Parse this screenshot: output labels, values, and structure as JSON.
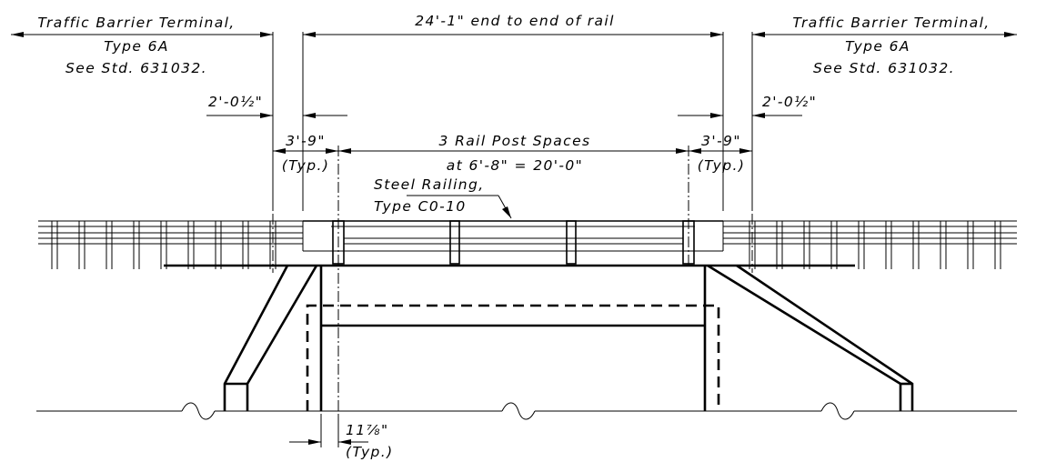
{
  "labels": {
    "left_terminal": {
      "line1": "Traffic Barrier Terminal,",
      "line2": "Type 6A",
      "line3": "See Std. 631032."
    },
    "right_terminal": {
      "line1": "Traffic Barrier Terminal,",
      "line2": "Type 6A",
      "line3": "See Std. 631032."
    },
    "overall_length": "24'-1\" end to end of rail",
    "left_offset": "2'-0½\"",
    "right_offset": "2'-0½\"",
    "left_space": {
      "dim": "3'-9\"",
      "typ": "(Typ.)"
    },
    "right_space": {
      "dim": "3'-9\"",
      "typ": "(Typ.)"
    },
    "post_spaces": {
      "line1": "3 Rail Post Spaces",
      "line2": "at 6'-8\" = 20'-0\""
    },
    "railing": {
      "line1": "Steel Railing,",
      "line2": "Type C0-10"
    },
    "bottom_dim": {
      "dim": "11⅞\"",
      "typ": "(Typ.)"
    }
  }
}
